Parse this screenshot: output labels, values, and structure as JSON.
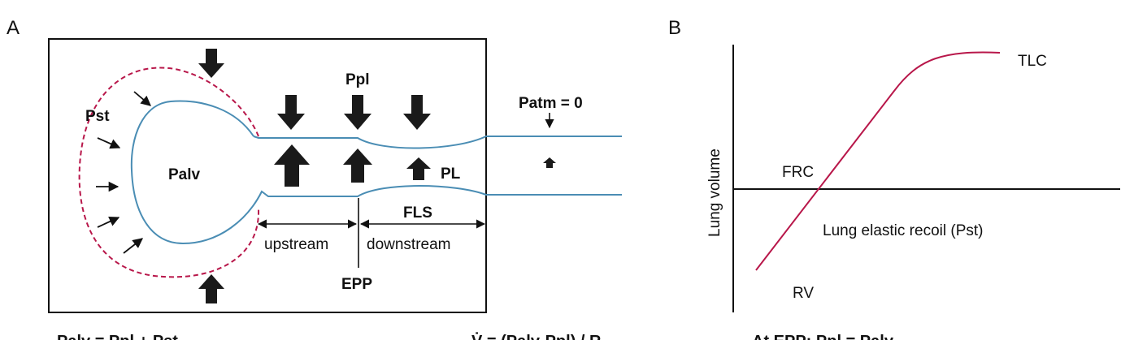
{
  "panel_a": {
    "letter": "A",
    "labels": {
      "pst": "Pst",
      "ppl": "Ppl",
      "palv": "Palv",
      "pl": "PL",
      "patm": "Patm = 0",
      "fls": "FLS",
      "upstream": "upstream",
      "downstream": "downstream",
      "epp": "EPP"
    },
    "colors": {
      "airway": "#4a8db4",
      "recoil_dashed": "#b8174a",
      "arrows": "#1a1a1a"
    }
  },
  "panel_b": {
    "letter": "B",
    "labels": {
      "ylabel": "Lung volume",
      "tlc": "TLC",
      "frc": "FRC",
      "xlabel": "Lung elastic recoil (Pst)",
      "rv": "RV"
    },
    "colors": {
      "curve": "#b8174a"
    }
  },
  "footer": {
    "left": "Palv = Ppl + Pst",
    "middle": "V̇ = (Palv-Ppl) / R",
    "right": "At EPP: Ppl = Palv"
  }
}
